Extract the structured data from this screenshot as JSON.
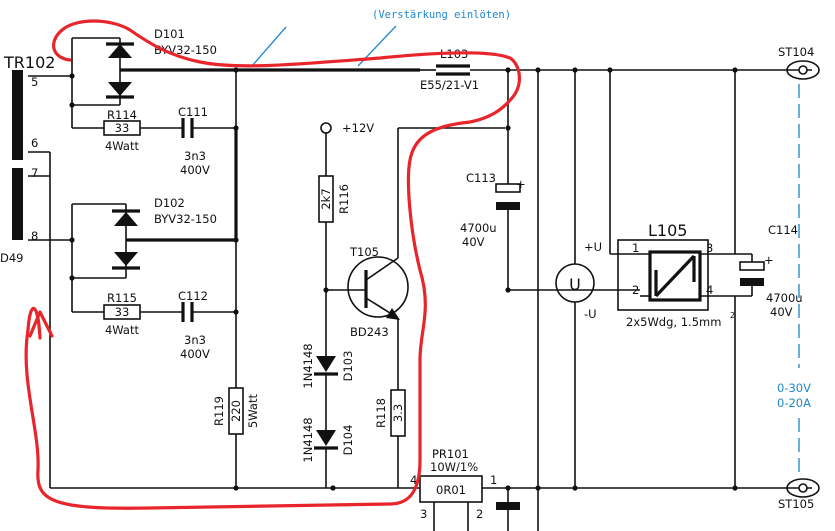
{
  "annotation": "(Verstärkung einlöten)",
  "transformer": {
    "ref": "TR102",
    "ref_tail": "D49",
    "pins": [
      "5",
      "6",
      "7",
      "8"
    ]
  },
  "diodes": {
    "d101": {
      "ref": "D101",
      "type": "BYV32-150"
    },
    "d102": {
      "ref": "D102",
      "type": "BYV32-150"
    },
    "d103": {
      "ref": "D103",
      "type": "1N4148"
    },
    "d104": {
      "ref": "D104",
      "type": "1N4148"
    }
  },
  "resistors": {
    "r114": {
      "ref": "R114",
      "value": "33",
      "rating": "4Watt"
    },
    "r115": {
      "ref": "R115",
      "value": "33",
      "rating": "4Watt"
    },
    "r116": {
      "ref": "R116",
      "value": "2k7"
    },
    "r118": {
      "ref": "R118",
      "value": "3.3"
    },
    "r119": {
      "ref": "R119",
      "value": "220",
      "rating": "5Watt"
    }
  },
  "capacitors": {
    "c111": {
      "ref": "C111",
      "value": "3n3",
      "voltage": "400V"
    },
    "c112": {
      "ref": "C112",
      "value": "3n3",
      "voltage": "400V"
    },
    "c113": {
      "ref": "C113",
      "value": "4700u",
      "voltage": "40V"
    },
    "c114": {
      "ref": "C114",
      "value": "4700u",
      "voltage": "40V"
    }
  },
  "inductors": {
    "l103": {
      "ref": "L103",
      "type": "E55/21-V1"
    },
    "l105": {
      "ref": "L105",
      "winding": "2x5Wdg, 1.5mm",
      "winding_sup": "2",
      "pins": [
        "1",
        "2",
        "3",
        "4"
      ]
    }
  },
  "transistor": {
    "ref": "T105",
    "type": "BD243"
  },
  "supply": {
    "label": "+12V"
  },
  "shunt": {
    "ref": "PR101",
    "rating": "10W/1%",
    "value": "0R01",
    "pins": [
      "1",
      "2",
      "3",
      "4"
    ]
  },
  "meter": {
    "symbol": "U",
    "plus": "+U",
    "minus": "-U"
  },
  "terminals": {
    "st104": "ST104",
    "st105": "ST105"
  },
  "output_range": {
    "voltage": "0-30V",
    "current": "0-20A"
  },
  "colors": {
    "wire": "#111111",
    "annotation": "#1f87cf",
    "highlight": "#e8252b"
  }
}
